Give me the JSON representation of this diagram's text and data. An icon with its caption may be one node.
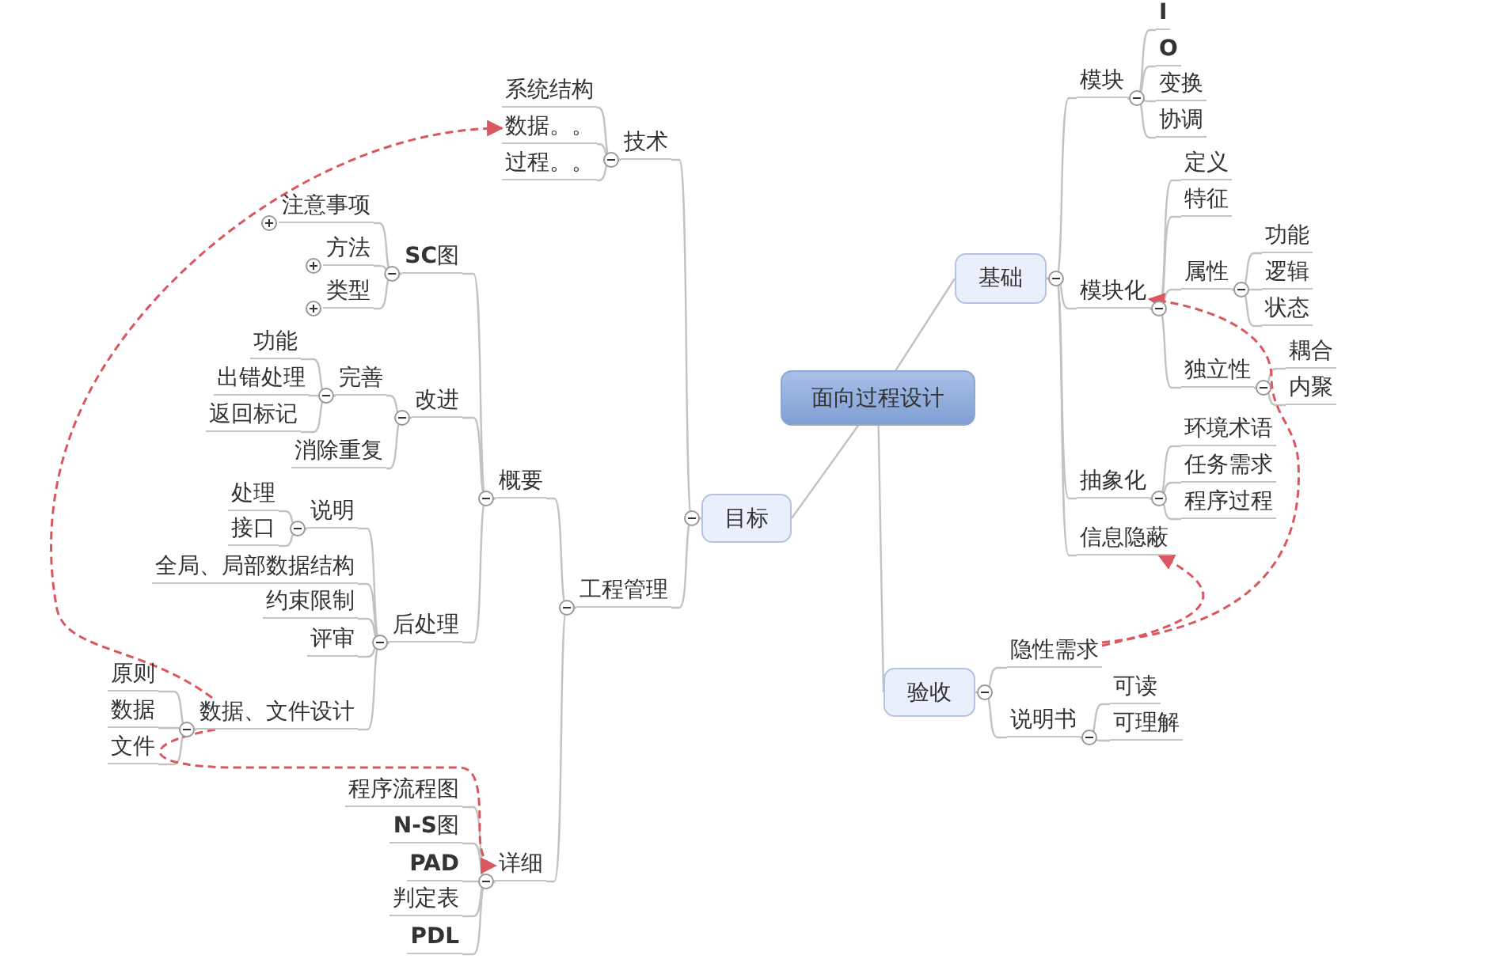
{
  "diagram": {
    "nodes": [
      {
        "text": [
          "面向过程设计"
        ]
      },
      {
        "text": [
          "基础"
        ]
      },
      {
        "text": [
          "目标"
        ]
      },
      {
        "text": [
          "验收"
        ]
      },
      {
        "text": [
          "模块"
        ]
      },
      {
        "text": [
          "I"
        ]
      },
      {
        "text": [
          "O"
        ]
      },
      {
        "text": [
          "变换"
        ]
      },
      {
        "text": [
          "协调"
        ]
      },
      {
        "text": [
          "模块化"
        ]
      },
      {
        "text": [
          "定义"
        ]
      },
      {
        "text": [
          "特征"
        ]
      },
      {
        "text": [
          "属性"
        ]
      },
      {
        "text": [
          "功能"
        ]
      },
      {
        "text": [
          "逻辑"
        ]
      },
      {
        "text": [
          "状态"
        ]
      },
      {
        "text": [
          "独立性"
        ]
      },
      {
        "text": [
          "耦合"
        ]
      },
      {
        "text": [
          "内聚"
        ]
      },
      {
        "text": [
          "抽象化"
        ]
      },
      {
        "text": [
          "环境术语"
        ]
      },
      {
        "text": [
          "任务需求"
        ]
      },
      {
        "text": [
          "程序过程"
        ]
      },
      {
        "text": [
          "信息隐蔽"
        ]
      },
      {
        "text": [
          "隐性需求"
        ]
      },
      {
        "text": [
          "说明书"
        ]
      },
      {
        "text": [
          "可读"
        ]
      },
      {
        "text": [
          "可理解"
        ]
      },
      {
        "text": [
          "技术"
        ]
      },
      {
        "text": [
          "系统结构"
        ]
      },
      {
        "text": [
          "数据。。"
        ]
      },
      {
        "text": [
          "过程。。"
        ]
      },
      {
        "text": [
          "工程管理"
        ]
      },
      {
        "text": [
          "概要"
        ]
      },
      {
        "text": [
          "**SC**图"
        ]
      },
      {
        "text": [
          "注意事项"
        ]
      },
      {
        "text": [
          "方法"
        ]
      },
      {
        "text": [
          "类型"
        ]
      },
      {
        "text": [
          "改进"
        ]
      },
      {
        "text": [
          "完善"
        ]
      },
      {
        "text": [
          "功能"
        ]
      },
      {
        "text": [
          "出错处理"
        ]
      },
      {
        "text": [
          "返回标记"
        ]
      },
      {
        "text": [
          "消除重复"
        ]
      },
      {
        "text": [
          "后处理"
        ]
      },
      {
        "text": [
          "说明"
        ]
      },
      {
        "text": [
          "处理"
        ]
      },
      {
        "text": [
          "接口"
        ]
      },
      {
        "text": [
          "全局、局部数据结构"
        ]
      },
      {
        "text": [
          "约束限制"
        ]
      },
      {
        "text": [
          "评审"
        ]
      },
      {
        "text": [
          "数据、文件设计"
        ]
      },
      {
        "text": [
          "原则"
        ]
      },
      {
        "text": [
          "数据"
        ]
      },
      {
        "text": [
          "文件"
        ]
      },
      {
        "text": [
          "详细"
        ]
      },
      {
        "text": [
          "程序流程图"
        ]
      },
      {
        "text": [
          "**N-S**图"
        ]
      },
      {
        "text": [
          "PAD"
        ]
      },
      {
        "text": [
          "判定表"
        ]
      },
      {
        "text": [
          "PDL"
        ]
      }
    ],
    "edges": [
      {
        "from": 0,
        "to": 1,
        "arrow": "none"
      },
      {
        "from": 0,
        "to": 2,
        "arrow": "none"
      },
      {
        "from": 0,
        "to": 3,
        "arrow": "none"
      },
      {
        "from": 1,
        "to": 4,
        "arrow": "none"
      },
      {
        "from": 4,
        "to": 5,
        "arrow": "none"
      },
      {
        "from": 4,
        "to": 6,
        "arrow": "none"
      },
      {
        "from": 4,
        "to": 7,
        "arrow": "none"
      },
      {
        "from": 4,
        "to": 8,
        "arrow": "none"
      },
      {
        "from": 1,
        "to": 9,
        "arrow": "none"
      },
      {
        "from": 9,
        "to": 10,
        "arrow": "none"
      },
      {
        "from": 9,
        "to": 11,
        "arrow": "none"
      },
      {
        "from": 9,
        "to": 12,
        "arrow": "none"
      },
      {
        "from": 12,
        "to": 13,
        "arrow": "none"
      },
      {
        "from": 12,
        "to": 14,
        "arrow": "none"
      },
      {
        "from": 12,
        "to": 15,
        "arrow": "none"
      },
      {
        "from": 9,
        "to": 16,
        "arrow": "none"
      },
      {
        "from": 16,
        "to": 17,
        "arrow": "none"
      },
      {
        "from": 16,
        "to": 18,
        "arrow": "none"
      },
      {
        "from": 1,
        "to": 19,
        "arrow": "none"
      },
      {
        "from": 19,
        "to": 20,
        "arrow": "none"
      },
      {
        "from": 19,
        "to": 21,
        "arrow": "none"
      },
      {
        "from": 19,
        "to": 22,
        "arrow": "none"
      },
      {
        "from": 1,
        "to": 23,
        "arrow": "none"
      },
      {
        "from": 3,
        "to": 24,
        "arrow": "none"
      },
      {
        "from": 3,
        "to": 25,
        "arrow": "none"
      },
      {
        "from": 25,
        "to": 26,
        "arrow": "none"
      },
      {
        "from": 25,
        "to": 27,
        "arrow": "none"
      },
      {
        "from": 2,
        "to": 28,
        "arrow": "none"
      },
      {
        "from": 28,
        "to": 29,
        "arrow": "none"
      },
      {
        "from": 28,
        "to": 30,
        "arrow": "none"
      },
      {
        "from": 28,
        "to": 31,
        "arrow": "none"
      },
      {
        "from": 2,
        "to": 32,
        "arrow": "none"
      },
      {
        "from": 32,
        "to": 33,
        "arrow": "none"
      },
      {
        "from": 33,
        "to": 34,
        "arrow": "none"
      },
      {
        "from": 34,
        "to": 35,
        "arrow": "none"
      },
      {
        "from": 34,
        "to": 36,
        "arrow": "none"
      },
      {
        "from": 34,
        "to": 37,
        "arrow": "none"
      },
      {
        "from": 33,
        "to": 38,
        "arrow": "none"
      },
      {
        "from": 38,
        "to": 39,
        "arrow": "none"
      },
      {
        "from": 39,
        "to": 40,
        "arrow": "none"
      },
      {
        "from": 39,
        "to": 41,
        "arrow": "none"
      },
      {
        "from": 39,
        "to": 42,
        "arrow": "none"
      },
      {
        "from": 38,
        "to": 43,
        "arrow": "none"
      },
      {
        "from": 33,
        "to": 44,
        "arrow": "none"
      },
      {
        "from": 44,
        "to": 45,
        "arrow": "none"
      },
      {
        "from": 45,
        "to": 46,
        "arrow": "none"
      },
      {
        "from": 45,
        "to": 47,
        "arrow": "none"
      },
      {
        "from": 44,
        "to": 48,
        "arrow": "none"
      },
      {
        "from": 44,
        "to": 49,
        "arrow": "none"
      },
      {
        "from": 44,
        "to": 50,
        "arrow": "none"
      },
      {
        "from": 44,
        "to": 51,
        "arrow": "none"
      },
      {
        "from": 51,
        "to": 52,
        "arrow": "none"
      },
      {
        "from": 51,
        "to": 53,
        "arrow": "none"
      },
      {
        "from": 51,
        "to": 54,
        "arrow": "none"
      },
      {
        "from": 32,
        "to": 55,
        "arrow": "none"
      },
      {
        "from": 55,
        "to": 56,
        "arrow": "none"
      },
      {
        "from": 55,
        "to": 57,
        "arrow": "none"
      },
      {
        "from": 55,
        "to": 58,
        "arrow": "none"
      },
      {
        "from": 55,
        "to": 59,
        "arrow": "none"
      },
      {
        "from": 55,
        "to": 60,
        "arrow": "none"
      },
      {
        "from": 51,
        "to": 30,
        "arrow": "to",
        "style": "dashed",
        "color": "#d9575f"
      },
      {
        "from": 51,
        "to": 55,
        "arrow": "to",
        "style": "dashed",
        "color": "#d9575f"
      },
      {
        "from": 24,
        "to": 9,
        "arrow": "to",
        "style": "dashed",
        "color": "#d9575f"
      },
      {
        "from": 24,
        "to": 23,
        "arrow": "to",
        "style": "dashed",
        "color": "#d9575f"
      }
    ]
  }
}
